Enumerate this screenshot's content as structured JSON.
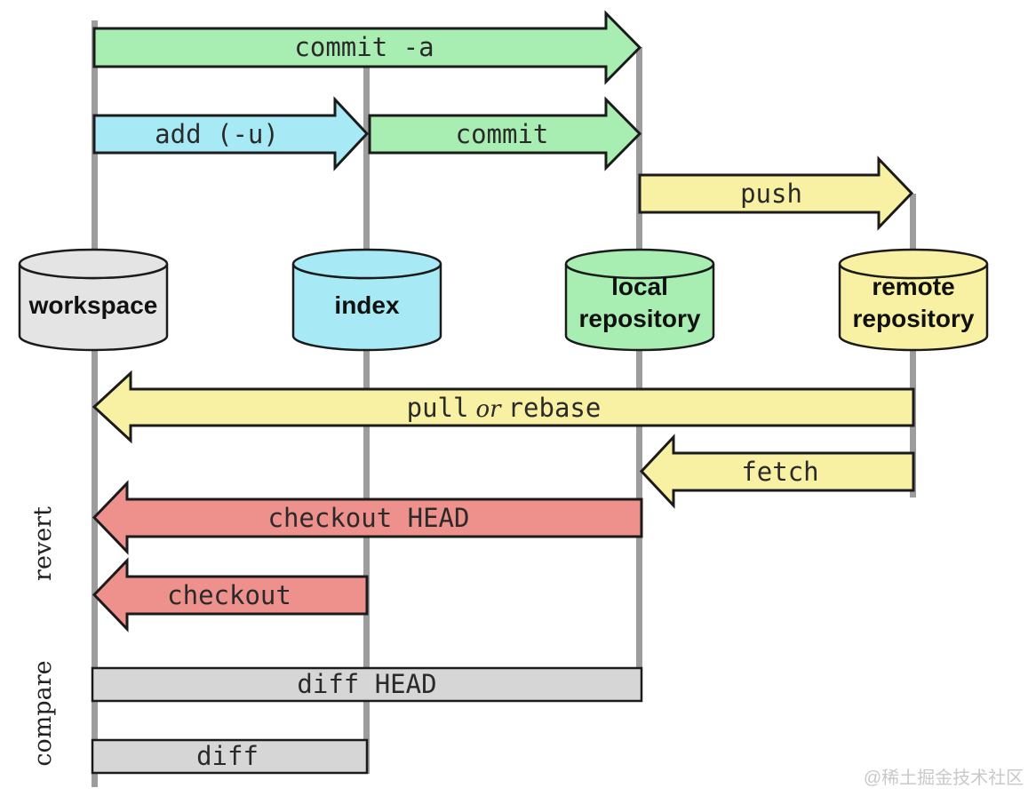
{
  "colors": {
    "green": "#a8edb2",
    "cyan": "#a7eaf5",
    "yellow": "#f8f0a2",
    "red": "#ee908b",
    "bar_gray": "#d6d6d6",
    "node_gray": "#e4e4e4",
    "line_gray": "#9d9d9d",
    "outline": "#1b1b1b",
    "watermark_gray": "#c9c9c9"
  },
  "nodes": {
    "workspace": {
      "label": "workspace"
    },
    "index": {
      "label": "index"
    },
    "local_repository": {
      "line1": "local",
      "line2": "repository"
    },
    "remote_repository": {
      "line1": "remote",
      "line2": "repository"
    }
  },
  "arrows": {
    "commit_a": {
      "label": "commit -a",
      "direction": "right",
      "from": "workspace",
      "to": "local repository"
    },
    "add_u": {
      "label": "add (-u)",
      "direction": "right",
      "from": "workspace",
      "to": "index"
    },
    "commit": {
      "label": "commit",
      "direction": "right",
      "from": "index",
      "to": "local repository"
    },
    "push": {
      "label": "push",
      "direction": "right",
      "from": "local repository",
      "to": "remote repository"
    },
    "pull_or_rebase": {
      "parts": [
        "pull",
        "or",
        "rebase"
      ],
      "direction": "left",
      "from": "remote repository",
      "to": "workspace"
    },
    "fetch": {
      "label": "fetch",
      "direction": "left",
      "from": "remote repository",
      "to": "local repository"
    },
    "checkout_head": {
      "label": "checkout HEAD",
      "direction": "left",
      "from": "local repository",
      "to": "workspace"
    },
    "checkout": {
      "label": "checkout",
      "direction": "left",
      "from": "index",
      "to": "workspace"
    }
  },
  "bars": {
    "diff_head": {
      "label": "diff HEAD",
      "from": "workspace",
      "to": "local repository"
    },
    "diff": {
      "label": "diff",
      "from": "workspace",
      "to": "index"
    }
  },
  "side_labels": {
    "revert": "revert",
    "compare": "compare"
  },
  "watermark": "@稀土掘金技术社区"
}
